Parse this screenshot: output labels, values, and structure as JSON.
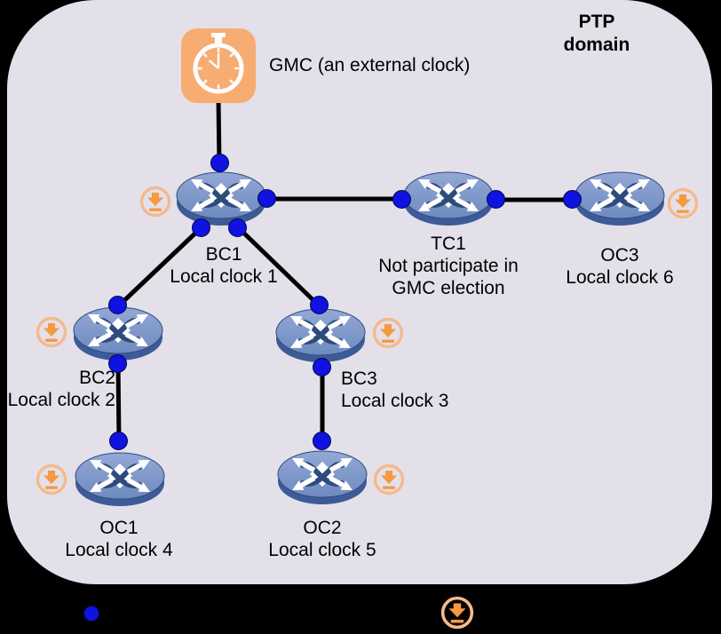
{
  "domain_label": {
    "line1": "PTP",
    "line2": "domain"
  },
  "gmc": {
    "label": "GMC (an external clock)"
  },
  "nodes": {
    "bc1": {
      "name": "BC1",
      "desc1": "Local clock 1"
    },
    "tc1": {
      "name": "TC1",
      "desc1": "Not participate in",
      "desc2": "GMC election"
    },
    "oc3": {
      "name": "OC3",
      "desc1": "Local clock 6"
    },
    "bc2": {
      "name": "BC2",
      "desc1": "Local clock 2"
    },
    "bc3": {
      "name": "BC3",
      "desc1": "Local clock 3"
    },
    "oc1": {
      "name": "OC1",
      "desc1": "Local clock 4"
    },
    "oc2": {
      "name": "OC2",
      "desc1": "Local clock 5"
    }
  },
  "icons": {
    "gmc": "stopwatch-icon",
    "router": "router-icon",
    "slave_port_marker": "down-arrow-circle-icon",
    "ptp_port_marker": "blue-dot-icon"
  },
  "colors": {
    "background": "#000000",
    "panel": "#E4E0EA",
    "gmc_background": "#F7AC72",
    "router_top": "#7E99CB",
    "router_side": "#3D5B97",
    "router_detail": "#2E4B7E",
    "port_blue": "#0F12E0",
    "orange_ring": "#F3BA8C",
    "orange_arrow": "#F59A40",
    "link_line": "#000000",
    "text": "#000000"
  }
}
